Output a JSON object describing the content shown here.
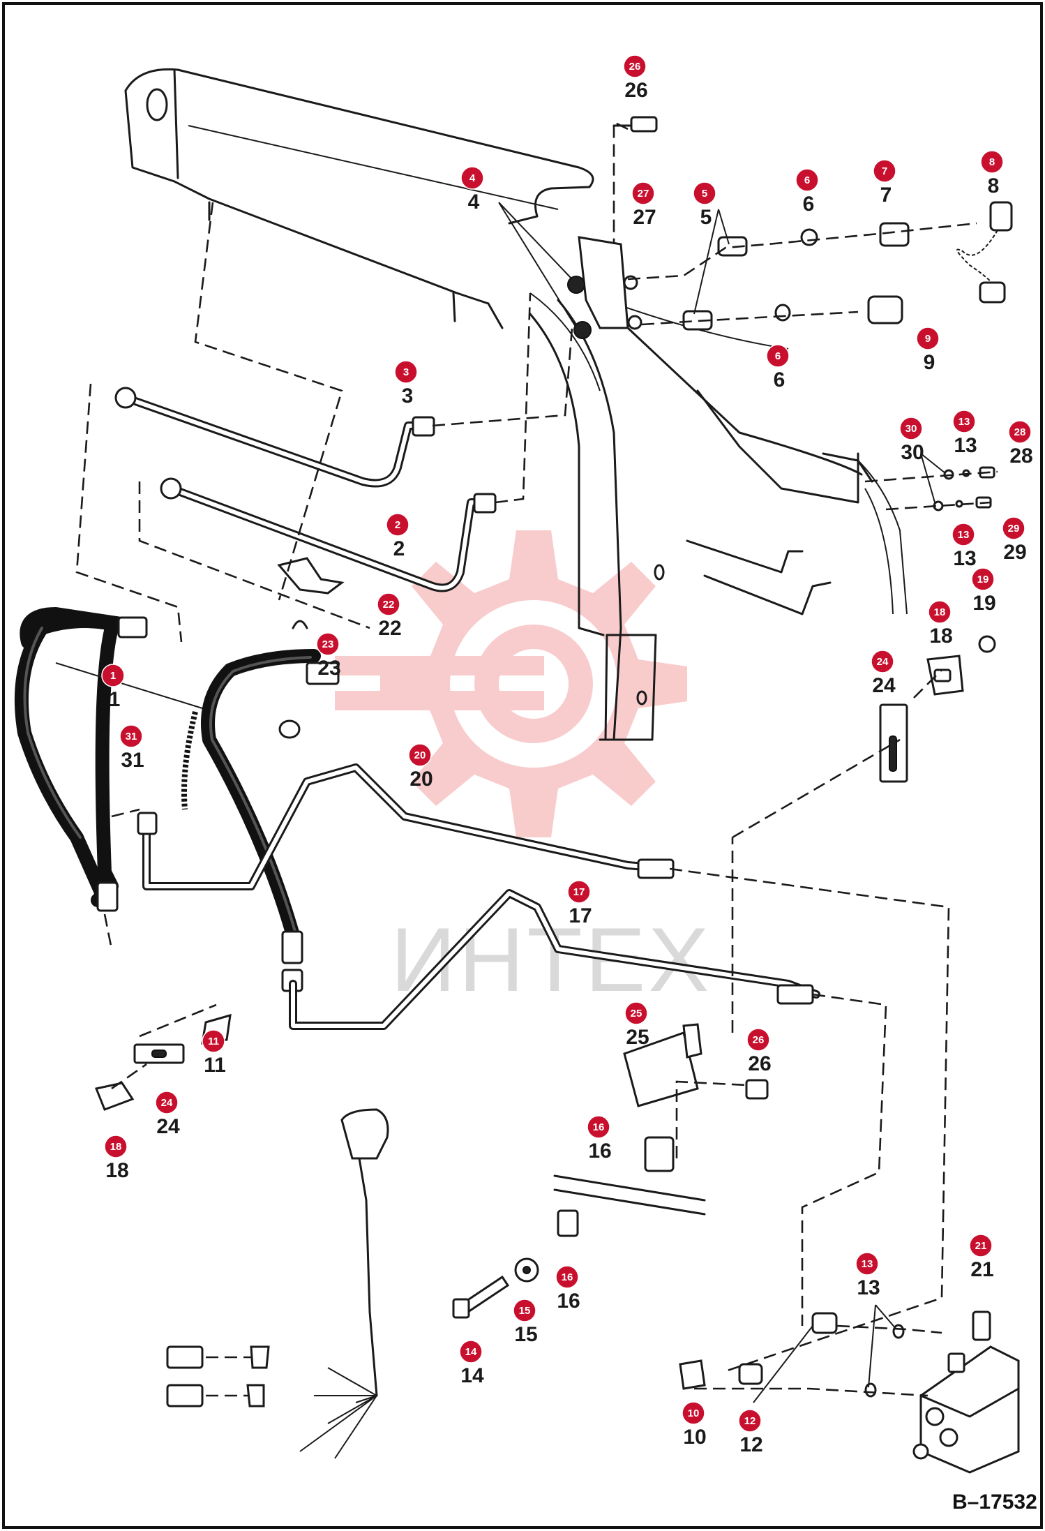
{
  "diagram_code": "B–17532",
  "watermark_text": "ИНТЕХ",
  "colors": {
    "callout": "#c8102e",
    "watermark": "#f4a3a3",
    "line": "#1a1a1a"
  },
  "callouts": [
    {
      "id": "c26a",
      "label": "26"
    },
    {
      "id": "c4",
      "label": "4"
    },
    {
      "id": "c27",
      "label": "27"
    },
    {
      "id": "c5",
      "label": "5"
    },
    {
      "id": "c6a",
      "label": "6"
    },
    {
      "id": "c7",
      "label": "7"
    },
    {
      "id": "c8",
      "label": "8"
    },
    {
      "id": "c6b",
      "label": "6"
    },
    {
      "id": "c9",
      "label": "9"
    },
    {
      "id": "c3",
      "label": "3"
    },
    {
      "id": "c30",
      "label": "30"
    },
    {
      "id": "c13a",
      "label": "13"
    },
    {
      "id": "c28",
      "label": "28"
    },
    {
      "id": "c2",
      "label": "2"
    },
    {
      "id": "c13b",
      "label": "13"
    },
    {
      "id": "c29",
      "label": "29"
    },
    {
      "id": "c19",
      "label": "19"
    },
    {
      "id": "c18a",
      "label": "18"
    },
    {
      "id": "c22",
      "label": "22"
    },
    {
      "id": "c23",
      "label": "23"
    },
    {
      "id": "c24a",
      "label": "24"
    },
    {
      "id": "c1",
      "label": "1"
    },
    {
      "id": "c31",
      "label": "31"
    },
    {
      "id": "c20",
      "label": "20"
    },
    {
      "id": "c17",
      "label": "17"
    },
    {
      "id": "c25",
      "label": "25"
    },
    {
      "id": "c26b",
      "label": "26"
    },
    {
      "id": "c11",
      "label": "11"
    },
    {
      "id": "c24b",
      "label": "24"
    },
    {
      "id": "c18b",
      "label": "18"
    },
    {
      "id": "c16a",
      "label": "16"
    },
    {
      "id": "c16b",
      "label": "16"
    },
    {
      "id": "c15",
      "label": "15"
    },
    {
      "id": "c14",
      "label": "14"
    },
    {
      "id": "c13c",
      "label": "13"
    },
    {
      "id": "c21",
      "label": "21"
    },
    {
      "id": "c10",
      "label": "10"
    },
    {
      "id": "c12",
      "label": "12"
    }
  ]
}
